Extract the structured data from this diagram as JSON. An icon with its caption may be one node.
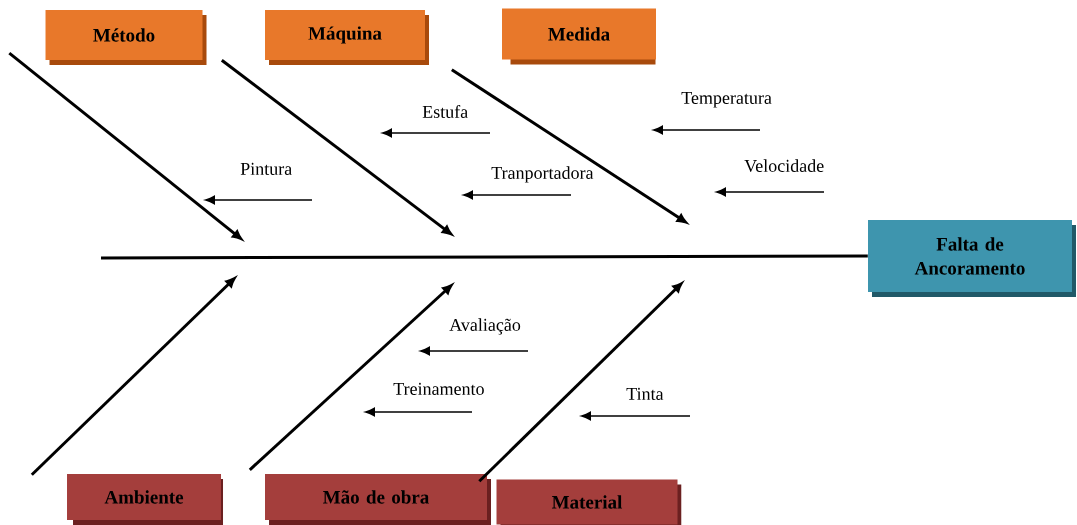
{
  "diagram": {
    "nodes": [
      {
        "text": [
          "Método"
        ]
      },
      {
        "text": [
          "Máquina"
        ]
      },
      {
        "text": [
          "Medida"
        ]
      },
      {
        "text": [
          "Temperatura"
        ]
      },
      {
        "text": [
          "Estufa"
        ]
      },
      {
        "text": [
          "Velocidade"
        ]
      },
      {
        "text": [
          "Pintura"
        ]
      },
      {
        "text": [
          "Tranportadora"
        ]
      },
      {
        "text": [
          "Falta de Ancoramento"
        ]
      },
      {
        "text": [
          "Avaliação"
        ]
      },
      {
        "text": [
          "Treinamento"
        ]
      },
      {
        "text": [
          "Tinta"
        ]
      },
      {
        "text": [
          "Ambiente"
        ]
      },
      {
        "text": [
          "Mão de obra"
        ]
      },
      {
        "text": [
          "Material"
        ]
      }
    ],
    "edges": [
      {
        "from": 0,
        "to": null,
        "arrow": "to"
      },
      {
        "from": 1,
        "to": null,
        "arrow": "to"
      },
      {
        "from": 2,
        "to": null,
        "arrow": "to"
      },
      {
        "from": 3,
        "to": null,
        "arrow": "to"
      },
      {
        "from": 4,
        "to": null,
        "arrow": "to"
      },
      {
        "from": 5,
        "to": null,
        "arrow": "to"
      },
      {
        "from": 6,
        "to": null,
        "arrow": "to"
      },
      {
        "from": 7,
        "to": null,
        "arrow": "to"
      },
      {
        "from": null,
        "to": 8,
        "arrow": "none"
      },
      {
        "from": 9,
        "to": null,
        "arrow": "to"
      },
      {
        "from": 10,
        "to": null,
        "arrow": "to"
      },
      {
        "from": 11,
        "to": null,
        "arrow": "to"
      },
      {
        "from": 12,
        "to": null,
        "arrow": "to"
      },
      {
        "from": 13,
        "to": null,
        "arrow": "to"
      },
      {
        "from": 14,
        "to": null,
        "arrow": "to"
      }
    ]
  }
}
